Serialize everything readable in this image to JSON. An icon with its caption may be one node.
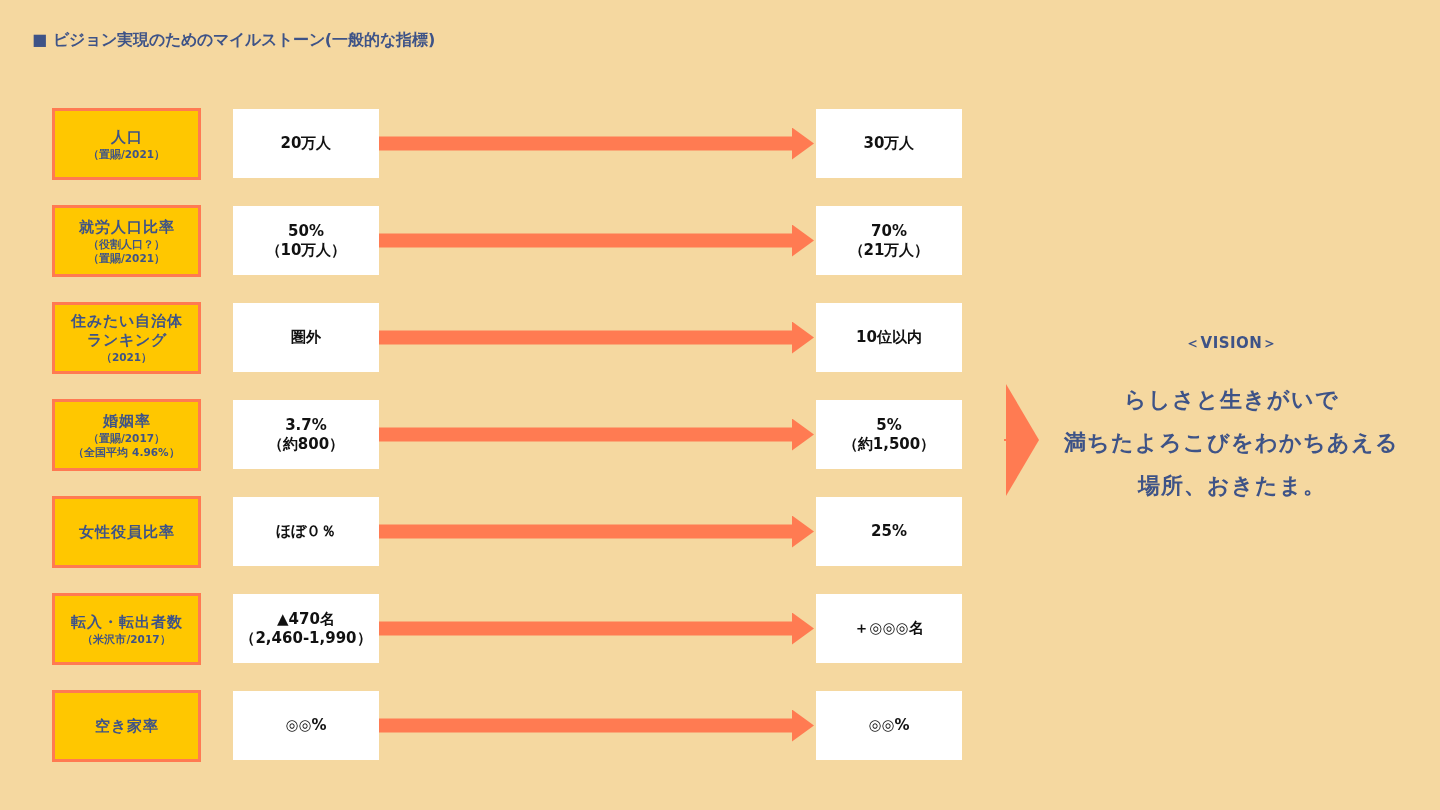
{
  "diagram": {
    "title": "■ ビジョン実現のためのマイルストーン(一般的な指標)",
    "nodes": [
      {
        "text": [
          "人口",
          "（置賜/2021）"
        ]
      },
      {
        "text": [
          "20万人"
        ]
      },
      {
        "text": [
          "30万人"
        ]
      },
      {
        "text": [
          "就労人口比率",
          "（役割人口？）",
          "（置賜/2021）"
        ]
      },
      {
        "text": [
          "50%",
          "（10万人）"
        ]
      },
      {
        "text": [
          "70%",
          "（21万人）"
        ]
      },
      {
        "text": [
          "住みたい自治体ランキング",
          "（2021）"
        ]
      },
      {
        "text": [
          "圏外"
        ]
      },
      {
        "text": [
          "10位以内"
        ]
      },
      {
        "text": [
          "婚姻率",
          "（置賜/2017）",
          "（全国平均 4.96%）"
        ]
      },
      {
        "text": [
          "3.7%",
          "（約800）"
        ]
      },
      {
        "text": [
          "5%",
          "（約1,500）"
        ]
      },
      {
        "text": [
          "女性役員比率"
        ]
      },
      {
        "text": [
          "ほぼ０％"
        ]
      },
      {
        "text": [
          "25%"
        ]
      },
      {
        "text": [
          "転入・転出者数",
          "（米沢市/2017）"
        ]
      },
      {
        "text": [
          "▲470名",
          "（2,460-1,990）"
        ]
      },
      {
        "text": [
          "＋◎◎◎名"
        ]
      },
      {
        "text": [
          "空き家率"
        ]
      },
      {
        "text": [
          "◎◎%"
        ]
      },
      {
        "text": [
          "◎◎%"
        ]
      },
      {
        "text": [
          "＜VISION＞",
          "らしさと生きがいで満ちたよろこびをわかちあえる場所、おきたま。"
        ]
      }
    ],
    "edges": [
      {
        "from": 1,
        "to": 2,
        "arrow": "to"
      },
      {
        "from": 4,
        "to": 5,
        "arrow": "to"
      },
      {
        "from": 7,
        "to": 8,
        "arrow": "to"
      },
      {
        "from": 10,
        "to": 11,
        "arrow": "to"
      },
      {
        "from": 13,
        "to": 14,
        "arrow": "to"
      },
      {
        "from": 16,
        "to": 17,
        "arrow": "to"
      },
      {
        "from": 19,
        "to": 20,
        "arrow": "to"
      },
      {
        "from": null,
        "to": 21,
        "arrow": "to"
      }
    ]
  }
}
